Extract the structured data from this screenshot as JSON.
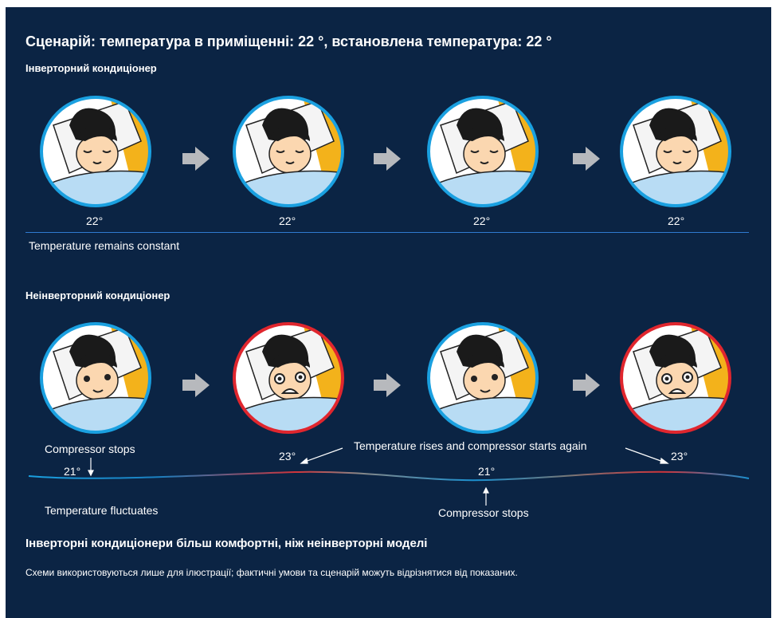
{
  "title": "Сценарій: температура в приміщенні: 22 °, встановлена температура: 22 °",
  "inverter": {
    "heading": "Інверторний кондиціонер",
    "temps": [
      "22°",
      "22°",
      "22°",
      "22°"
    ],
    "caption": "Temperature remains constant"
  },
  "noninverter": {
    "heading": "Неінверторний кондиціонер",
    "compressor_stops_1": "Compressor stops",
    "temp_21_a": "21°",
    "temp_23_a": "23°",
    "rises_label": "Temperature rises and compressor starts again",
    "temp_21_b": "21°",
    "temp_23_b": "23°",
    "fluctuates": "Temperature fluctuates",
    "compressor_stops_2": "Compressor stops"
  },
  "conclusion": "Інверторні кондиціонери більш комфортні, ніж неінверторні моделі",
  "disclaimer": "Схеми використовуються лише для ілюстрації; фактичні умови та сценарій можуть відрізнятися від показаних.",
  "colors": {
    "background": "#0b2444",
    "calm_ring": "#1aa0e0",
    "alarm_ring": "#e0262e",
    "pillow_bg": "#f3b21b"
  }
}
